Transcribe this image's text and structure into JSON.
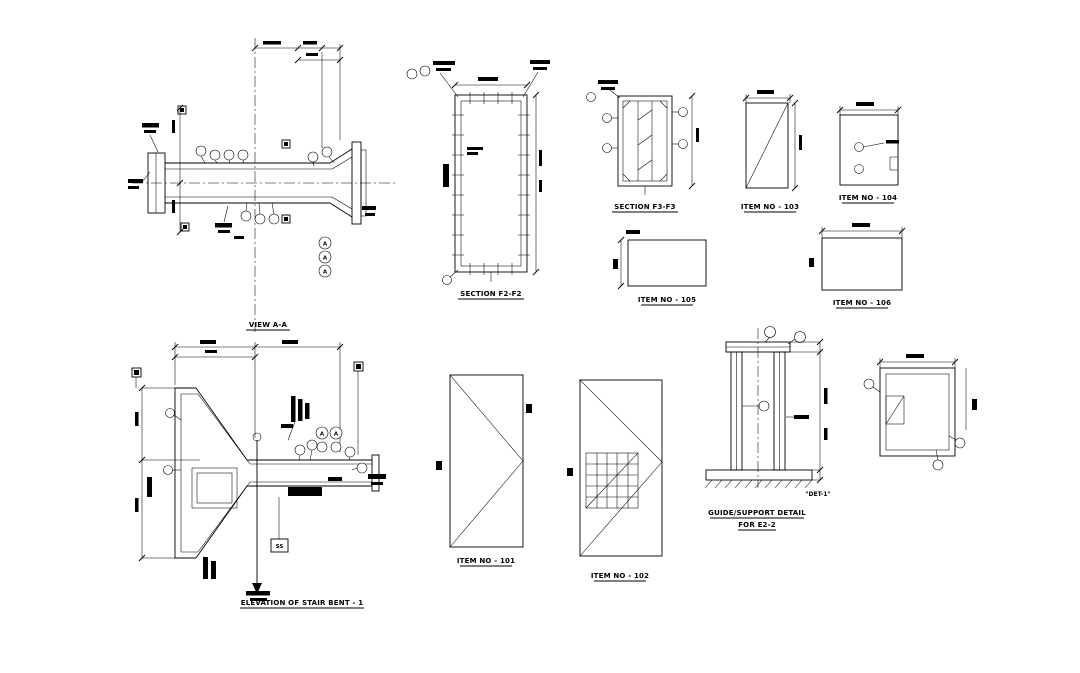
{
  "sheet": {
    "background": "#ffffff",
    "line_color": "#000000"
  },
  "views": {
    "view_aa": {
      "title": "VIEW A-A",
      "marker": "A"
    },
    "section_f2f2": {
      "title": "SECTION F2-F2"
    },
    "section_f3f3": {
      "title": "SECTION F3-F3"
    },
    "item_103": {
      "title": "ITEM NO - 103"
    },
    "item_104": {
      "title": "ITEM NO - 104"
    },
    "item_105": {
      "title": "ITEM NO - 105"
    },
    "item_106": {
      "title": "ITEM NO - 106"
    },
    "item_101": {
      "title": "ITEM NO - 101"
    },
    "item_102": {
      "title": "ITEM NO - 102"
    },
    "guide_support": {
      "title": "GUIDE/SUPPORT DETAIL",
      "subtitle": "FOR E2-2",
      "det_label": "\"DET-1\""
    },
    "elevation_stair_bent": {
      "title": "ELEVATION OF STAIR BENT - 1",
      "ss_label": "SS",
      "marker": "A"
    }
  }
}
